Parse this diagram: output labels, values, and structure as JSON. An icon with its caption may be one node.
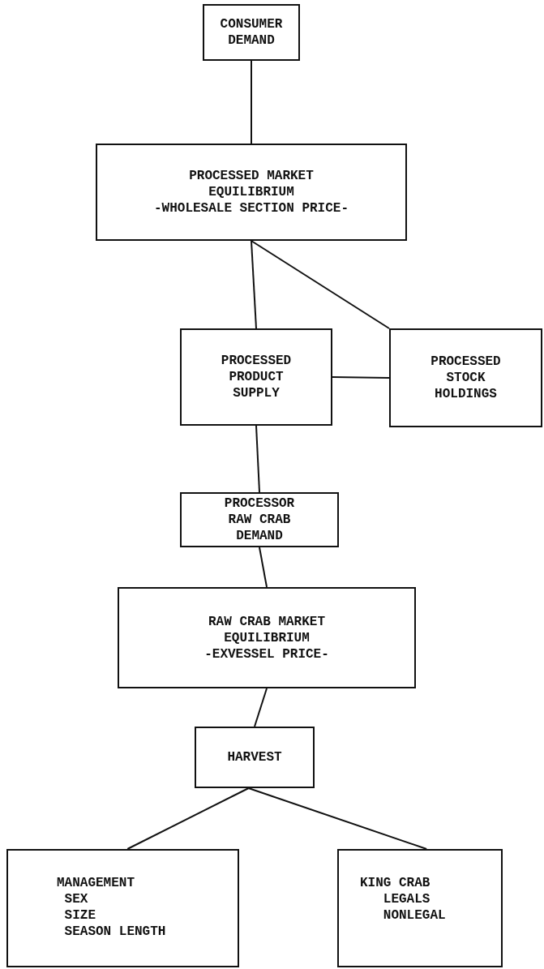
{
  "diagram": {
    "nodes": [
      {
        "text": [
          "CONSUMER DEMAND"
        ]
      },
      {
        "text": [
          "PROCESSED MARKET EQUILIBRIUM",
          "-WHOLESALE SECTION PRICE-"
        ]
      },
      {
        "text": [
          "PROCESSED PRODUCT SUPPLY"
        ]
      },
      {
        "text": [
          "PROCESSED STOCK HOLDINGS"
        ]
      },
      {
        "text": [
          "PROCESSOR RAW CRAB DEMAND"
        ]
      },
      {
        "text": [
          "RAW CRAB MARKET EQUILIBRIUM",
          "-EXVESSEL PRICE-"
        ]
      },
      {
        "text": [
          "HARVEST"
        ]
      },
      {
        "text": [
          "MANAGEMENT",
          "SEX",
          "SIZE",
          "SEASON LENGTH"
        ]
      },
      {
        "text": [
          "KING CRAB",
          "LEGALS",
          "NONLEGAL"
        ]
      }
    ],
    "edges": [
      {
        "from": 0,
        "to": 1,
        "arrow": "none"
      },
      {
        "from": 1,
        "to": 2,
        "arrow": "none"
      },
      {
        "from": 1,
        "to": 3,
        "arrow": "none"
      },
      {
        "from": 2,
        "to": 3,
        "arrow": "none"
      },
      {
        "from": 2,
        "to": 4,
        "arrow": "none"
      },
      {
        "from": 4,
        "to": 5,
        "arrow": "none"
      },
      {
        "from": 5,
        "to": 6,
        "arrow": "none"
      },
      {
        "from": 6,
        "to": 7,
        "arrow": "none"
      },
      {
        "from": 6,
        "to": 8,
        "arrow": "none"
      }
    ]
  }
}
